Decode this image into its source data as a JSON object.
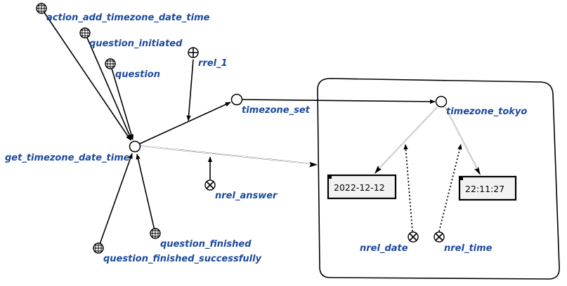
{
  "nodes": {
    "action_add_timezone_date_time": "action_add_timezone_date_time",
    "question_initiated": "question_initiated",
    "question": "question",
    "rrel_1": "rrel_1",
    "timezone_set": "timezone_set",
    "timezone_tokyo": "timezone_tokyo",
    "get_timezone_date_time": "get_timezone_date_time",
    "nrel_answer": "nrel_answer",
    "question_finished": "question_finished",
    "question_finished_successfully": "question_finished_successfully",
    "nrel_date": "nrel_date",
    "nrel_time": "nrel_time"
  },
  "literals": {
    "date": "2022-12-12",
    "time": "22:11:27"
  }
}
